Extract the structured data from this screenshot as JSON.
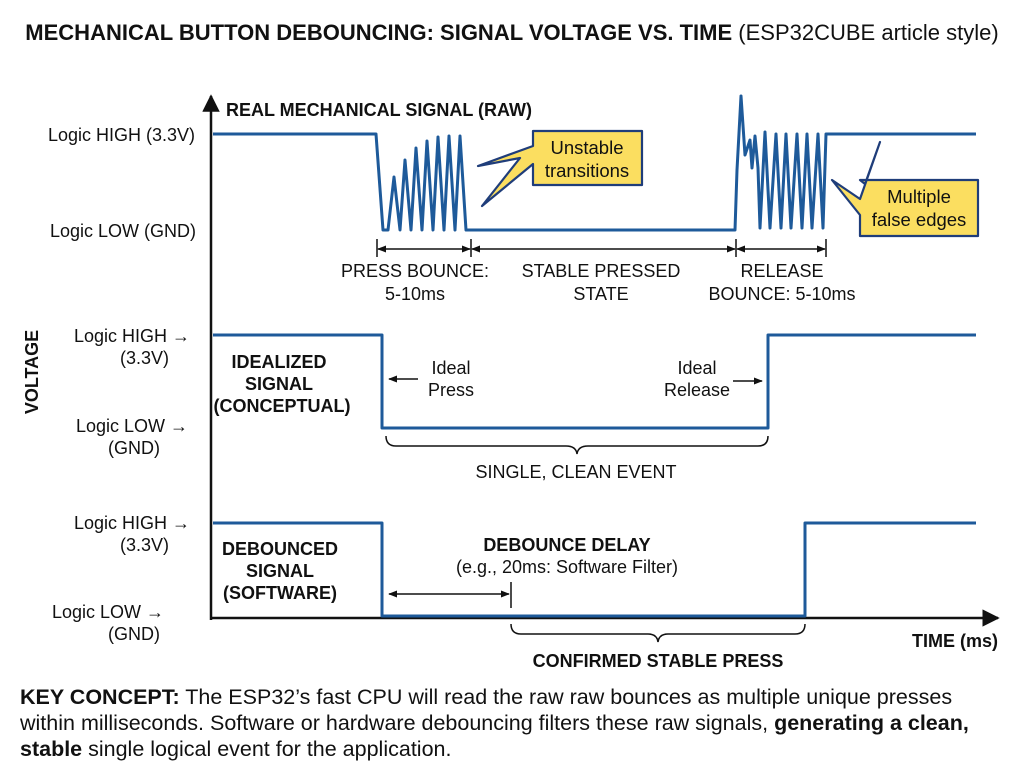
{
  "title": {
    "bold": "MECHANICAL BUTTON DEBOUNCING: SIGNAL VOLTAGE VS. TIME",
    "rest": " (ESP32CUBE article style)"
  },
  "axes": {
    "y_label": "VOLTAGE",
    "x_label": "TIME (ms)"
  },
  "raw_panel": {
    "title": "REAL MECHANICAL SIGNAL (RAW)",
    "high_label": "Logic HIGH (3.3V)",
    "low_label": "Logic LOW (GND)",
    "callout_unstable": [
      "Unstable",
      "transitions"
    ],
    "callout_false_edges": [
      "Multiple",
      "false edges"
    ],
    "press_bounce": [
      "PRESS BOUNCE:",
      "5-10ms"
    ],
    "stable_pressed": [
      "STABLE PRESSED",
      "STATE"
    ],
    "release_bounce": [
      "RELEASE",
      "BOUNCE: 5-10ms"
    ]
  },
  "ideal_panel": {
    "title": [
      "IDEALIZED",
      "SIGNAL",
      "(CONCEPTUAL)"
    ],
    "high_label": [
      "Logic HIGH →",
      "(3.3V)"
    ],
    "low_label": [
      "Logic LOW →",
      "(GND)"
    ],
    "ideal_press": [
      "Ideal",
      "Press"
    ],
    "ideal_release": [
      "Ideal",
      "Release"
    ],
    "event_label": "SINGLE, CLEAN EVENT"
  },
  "debounced_panel": {
    "title": [
      "DEBOUNCED",
      "SIGNAL",
      "(SOFTWARE)"
    ],
    "high_label": [
      "Logic HIGH →",
      "(3.3V)"
    ],
    "low_label": [
      "Logic LOW →",
      "(GND)"
    ],
    "delay_label": [
      "DEBOUNCE DELAY",
      "(e.g., 20ms: Software Filter)"
    ],
    "confirmed_label": "CONFIRMED STABLE PRESS"
  },
  "key_concept": {
    "lead": "KEY CONCEPT:",
    "t1": " The ESP32’s fast CPU will read the raw raw bounces as multiple unique presses within milliseconds. Software or hardware debouncing filters these raw signals, ",
    "bold2": "generating a clean, stable",
    "t2": " single logical event for the application."
  },
  "colors": {
    "signal": "#1e5a9a",
    "callout_fill": "#fbde60",
    "callout_border": "#1f3d7a",
    "text": "#111111"
  }
}
